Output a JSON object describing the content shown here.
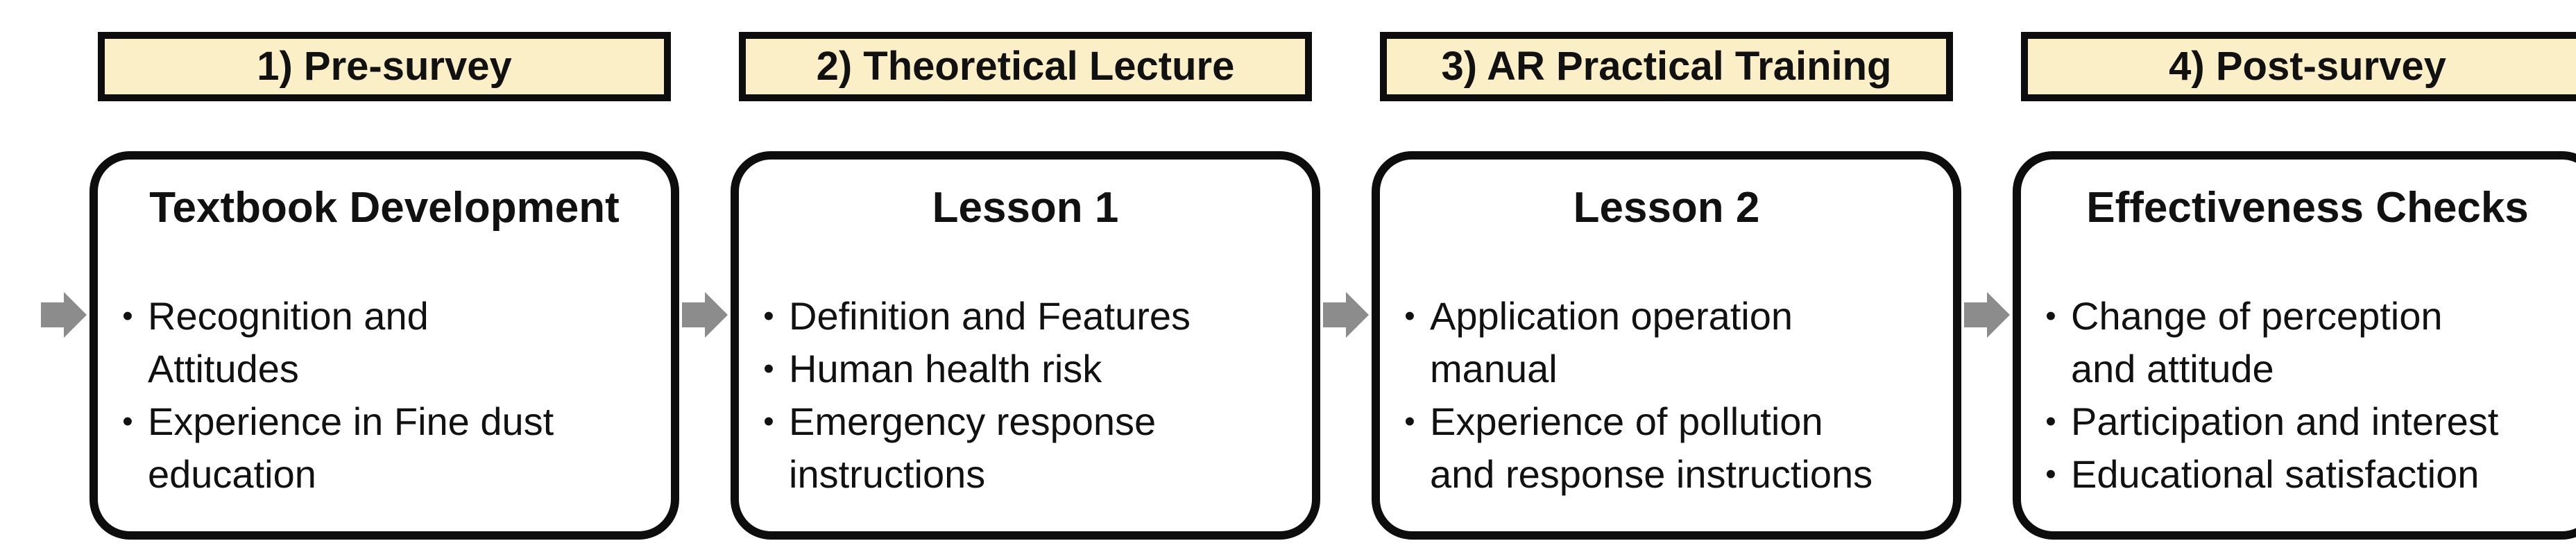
{
  "diagram": {
    "colors": {
      "header_fill": "#FAEFC7",
      "border": "#0D0D0D",
      "arrow": "#8C8C8C",
      "text": "#111111",
      "card_fill": "#FFFFFF",
      "background": "#FFFFFF"
    },
    "arrow_icon": "block-arrow-right",
    "bullet_glyph": "•",
    "sections": [
      {
        "step": "1) Pre-survey",
        "title": "Textbook Development",
        "bullets": [
          "Recognition and\nAttitudes",
          "Experience in Fine dust\neducation"
        ]
      },
      {
        "step": "2) Theoretical Lecture",
        "title": "Lesson 1",
        "bullets": [
          "Definition and Features",
          "Human health risk",
          "Emergency response\ninstructions"
        ]
      },
      {
        "step": "3) AR Practical Training",
        "title": "Lesson 2",
        "bullets": [
          "Application operation\nmanual",
          "Experience of pollution\nand response instructions"
        ]
      },
      {
        "step": "4) Post-survey",
        "title": "Effectiveness Checks",
        "bullets": [
          "Change of perception\nand attitude",
          "Participation and interest",
          "Educational satisfaction"
        ]
      }
    ]
  }
}
